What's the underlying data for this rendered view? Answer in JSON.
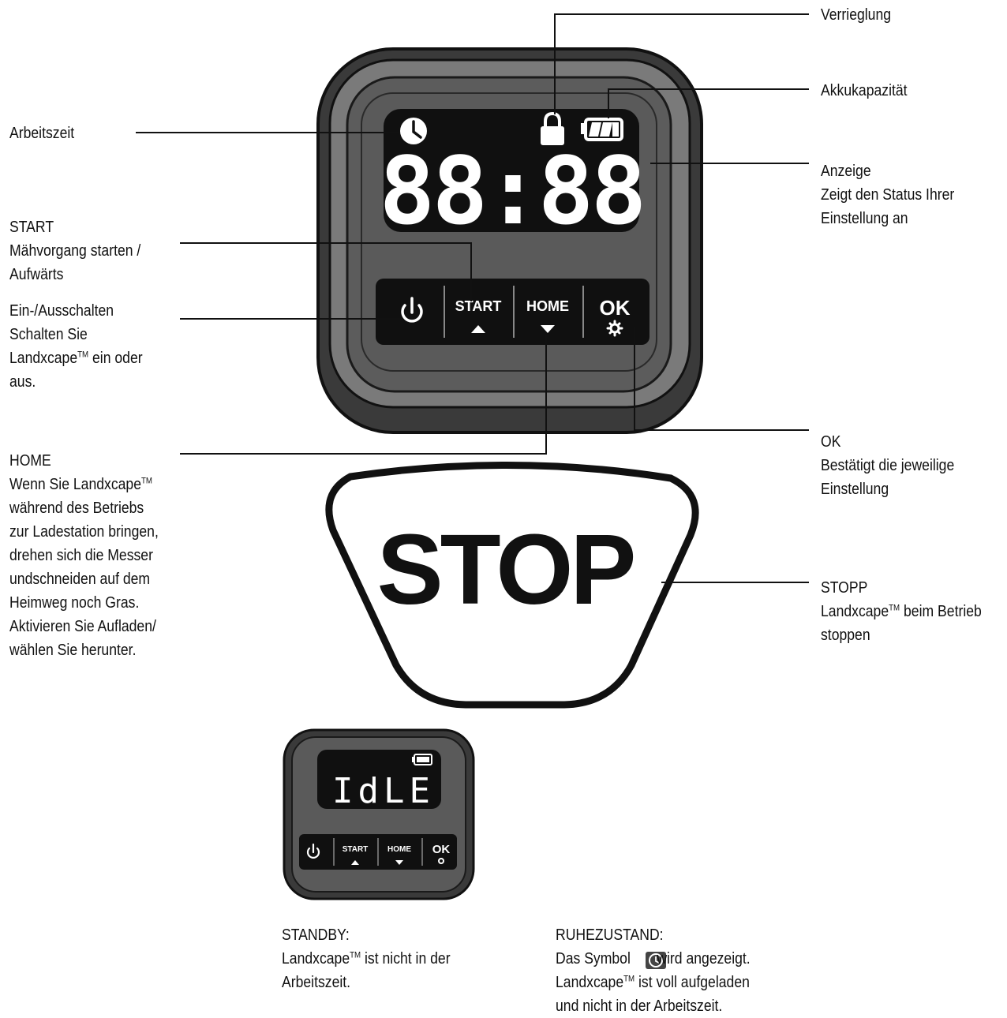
{
  "display_digits": "88:88",
  "idle_text": "IdLE",
  "buttons": {
    "start": "START",
    "home": "HOME",
    "ok": "OK",
    "stop": "STOP"
  },
  "labels": {
    "verrieglung": "Verrieglung",
    "akku": "Akkukapazität",
    "arbeitszeit": "Arbeitszeit",
    "anzeige": [
      "Anzeige",
      "Zeigt den Status Ihrer",
      "Einstellung an"
    ],
    "start": [
      "START",
      "Mähvorgang starten /",
      "Aufwärts"
    ],
    "power": [
      "Ein-/Ausschalten",
      "Schalten Sie",
      "Landxcape",
      " ein oder",
      "aus."
    ],
    "home": [
      "HOME",
      "Wenn Sie Landxcape",
      "während des Betriebs",
      "zur Ladestation bringen,",
      "drehen sich die Messer",
      "undschneiden auf dem",
      "Heimweg noch Gras.",
      "Aktivieren Sie Aufladen/",
      "wählen Sie herunter."
    ],
    "ok": [
      "OK",
      "Bestätigt die jeweilige",
      "Einstellung"
    ],
    "stopp": [
      "STOPP",
      "Landxcape",
      " beim Betrieb",
      "stoppen"
    ],
    "standby": [
      "STANDBY:",
      "Landxcape",
      " ist nicht in der",
      "Arbeitszeit."
    ],
    "ruhezustand": [
      "RUHEZUSTAND:",
      "Das Symbol",
      "wird angezeigt.",
      "Landxcape",
      " ist voll aufgeladen",
      "und nicht in der Arbeitszeit."
    ],
    "tm": "TM"
  },
  "colors": {
    "panel": "#5a5a5a",
    "panel_outer": "#3a3a3a",
    "display": "#101010",
    "outline": "#111111"
  }
}
